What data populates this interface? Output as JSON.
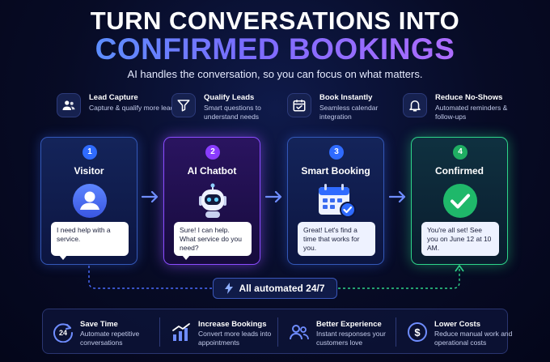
{
  "header": {
    "line1": "TURN CONVERSATIONS INTO",
    "line2": "CONFIRMED BOOKINGS",
    "subtitle": "AI handles the conversation, so you can focus on what matters."
  },
  "features": [
    {
      "icon": "users-icon",
      "title": "Lead Capture",
      "desc": "Capture & qualify more leads"
    },
    {
      "icon": "filter-icon",
      "title": "Qualify Leads",
      "desc": "Smart questions to understand needs"
    },
    {
      "icon": "calendar-icon",
      "title": "Book Instantly",
      "desc": "Seamless calendar integration"
    },
    {
      "icon": "bell-icon",
      "title": "Reduce No-Shows",
      "desc": "Automated reminders & follow-ups"
    }
  ],
  "steps": [
    {
      "number": "1",
      "title": "Visitor",
      "icon": "user-avatar-icon",
      "message": "I need help with a service."
    },
    {
      "number": "2",
      "title": "AI Chatbot",
      "icon": "robot-icon",
      "message": "Sure! I can help. What service do you need?"
    },
    {
      "number": "3",
      "title": "Smart Booking",
      "icon": "calendar-check-icon",
      "message": "Great! Let's find a time that works for you."
    },
    {
      "number": "4",
      "title": "Confirmed",
      "icon": "checkmark-icon",
      "message": "You're all set! See you on June 12 at 10 AM."
    }
  ],
  "automation": {
    "icon": "lightning-icon",
    "label": "All automated 24/7"
  },
  "benefits": [
    {
      "icon": "clock-24-icon",
      "title": "Save Time",
      "desc": "Automate repetitive conversations"
    },
    {
      "icon": "bar-chart-icon",
      "title": "Increase Bookings",
      "desc": "Convert more leads into appointments"
    },
    {
      "icon": "people-icon",
      "title": "Better Experience",
      "desc": "Instant responses your customers love"
    },
    {
      "icon": "dollar-icon",
      "title": "Lower Costs",
      "desc": "Reduce manual work and operational costs"
    }
  ],
  "colors": {
    "background": "#070b25",
    "accent_blue": "#2f6bff",
    "accent_purple": "#8a3cff",
    "accent_green": "#1fae62",
    "card_border_blue": "#3358b8"
  }
}
